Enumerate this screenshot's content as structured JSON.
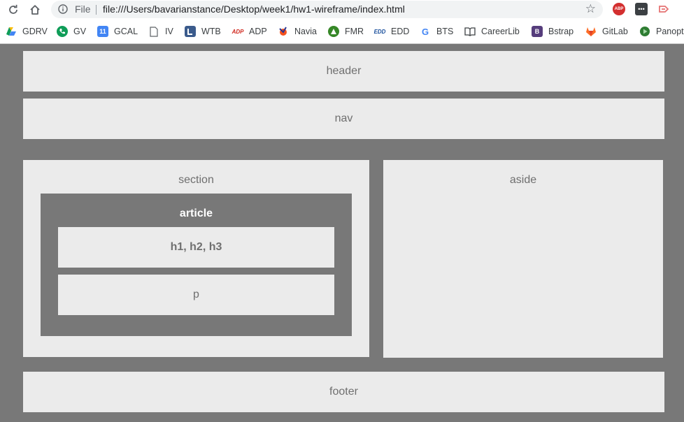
{
  "browser": {
    "url_scheme_label": "File",
    "url": "file:///Users/bavarianstance/Desktop/week1/hw1-wireframe/index.html",
    "extensions": [
      "ABP",
      "•••"
    ],
    "bookmarks": [
      {
        "label": "GDRV",
        "icon": "google-drive-icon"
      },
      {
        "label": "GV",
        "icon": "google-voice-icon"
      },
      {
        "label": "GCAL",
        "icon": "google-calendar-icon",
        "icon_text": "11"
      },
      {
        "label": "IV",
        "icon": "page-icon"
      },
      {
        "label": "WTB",
        "icon": "wtb-icon"
      },
      {
        "label": "ADP",
        "icon": "adp-icon",
        "icon_text": "ADP"
      },
      {
        "label": "Navia",
        "icon": "navia-icon"
      },
      {
        "label": "FMR",
        "icon": "fmr-icon"
      },
      {
        "label": "EDD",
        "icon": "edd-icon",
        "icon_text": "EDD"
      },
      {
        "label": "BTS",
        "icon": "google-icon",
        "icon_text": "G"
      },
      {
        "label": "CareerLib",
        "icon": "book-icon"
      },
      {
        "label": "Bstrap",
        "icon": "bootstrap-icon",
        "icon_text": "B"
      },
      {
        "label": "GitLab",
        "icon": "gitlab-icon"
      },
      {
        "label": "Panopt",
        "icon": "panopto-icon"
      }
    ]
  },
  "page": {
    "header": "header",
    "nav": "nav",
    "section": "section",
    "article": "article",
    "headings": "h1, h2, h3",
    "paragraph": "p",
    "aside": "aside",
    "footer": "footer"
  },
  "colors": {
    "background": "#787878",
    "box": "#ebebeb",
    "box_text": "#6f6f6f"
  }
}
